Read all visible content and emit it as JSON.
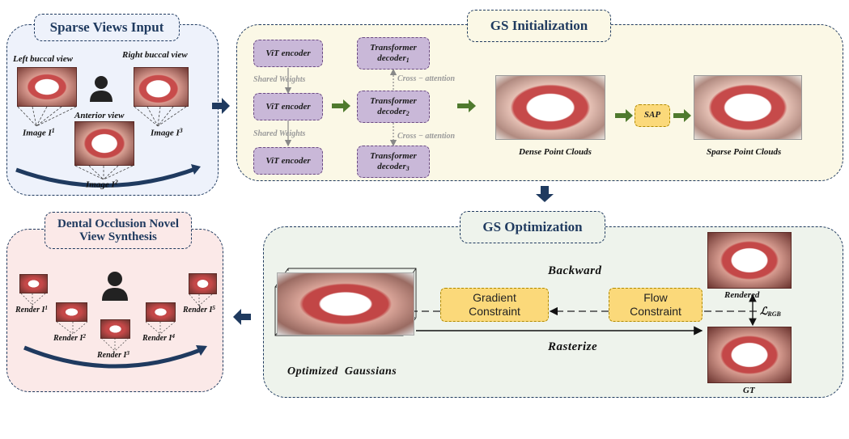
{
  "panels": {
    "sparse_views": {
      "title": "Sparse Views Input",
      "left_view": "Left buccal view",
      "right_view": "Right buccal view",
      "anterior_view": "Anterior view",
      "image1": "Image I",
      "image1_sup": "1",
      "image2": "Image I",
      "image2_sup": "2",
      "image3": "Image I",
      "image3_sup": "3"
    },
    "gs_init": {
      "title": "GS Initialization",
      "vit1": "ViT encoder",
      "vit2": "ViT encoder",
      "vit3": "ViT encoder",
      "shared1": "Shared Weights",
      "shared2": "Shared Weights",
      "dec_label": "Transformer",
      "dec_word": "decoder",
      "dec1_sub": "1",
      "dec2_sub": "2",
      "dec3_sub": "3",
      "cross1": "Cross − attention",
      "cross2": "Cross − attention",
      "sap": "SAP",
      "dense": "Dense Point Clouds",
      "sparse": "Sparse Point Clouds"
    },
    "gs_opt": {
      "title": "GS Optimization",
      "backward": "Backward",
      "rasterize": "Rasterize",
      "optimized": "Optimized  Gaussians",
      "gradient": "Gradient Constraint",
      "flow": "Flow Constraint",
      "rendered": "Rendered",
      "gt": "GT",
      "loss": "ℒ",
      "loss_sub": "RGB"
    },
    "novel_view": {
      "title": "Dental Occlusion Novel View Synthesis",
      "render": "Render I",
      "r1": "1",
      "r2": "2",
      "r3": "3",
      "r4": "4",
      "r5": "5"
    }
  },
  "colors": {
    "panel_blue": "#eef2fb",
    "panel_yellow": "#fbf8e6",
    "panel_green": "#eef3ec",
    "panel_pink": "#fbe9e8",
    "border": "#1f3a5f",
    "green_arrow": "#4f7a2e",
    "navy_arrow": "#1f3a5f"
  }
}
